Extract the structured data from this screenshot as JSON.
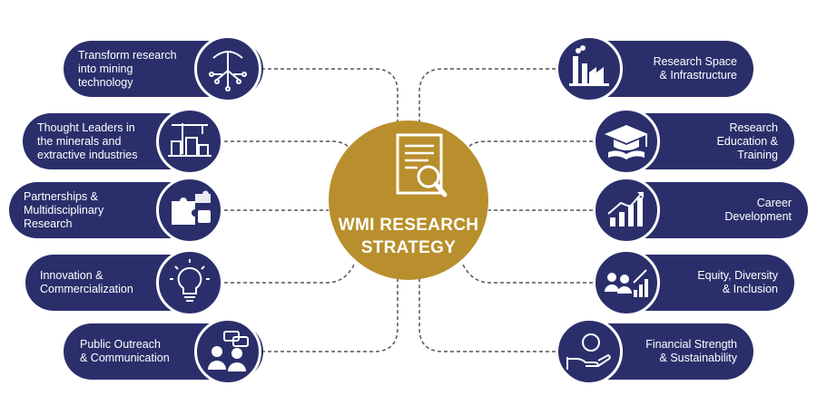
{
  "center": {
    "title": "WMI RESEARCH\nSTRATEGY",
    "color": "#b88f2c",
    "icon": "document-magnifier-icon"
  },
  "colors": {
    "pill": "#2a2f6b",
    "connector": "#555555"
  },
  "left_items": [
    {
      "label": "Transform research\ninto mining\ntechnology",
      "icon": "pickaxe-circuit-icon"
    },
    {
      "label": "Thought Leaders in\nthe minerals and\nextractive industries",
      "icon": "industry-crane-icon"
    },
    {
      "label": "Partnerships &\nMultidisciplinary\nResearch",
      "icon": "puzzle-pieces-icon"
    },
    {
      "label": "Innovation &\nCommercialization",
      "icon": "lightbulb-icon"
    },
    {
      "label": "Public Outreach\n& Communication",
      "icon": "people-chat-icon"
    }
  ],
  "right_items": [
    {
      "label": "Research Space\n& Infrastructure",
      "icon": "factory-icon"
    },
    {
      "label": "Research\nEducation &\nTraining",
      "icon": "graduation-cap-book-icon"
    },
    {
      "label": "Career\nDevelopment",
      "icon": "growth-chart-icon"
    },
    {
      "label": "Equity, Diversity\n& Inclusion",
      "icon": "people-chart-icon"
    },
    {
      "label": "Financial Strength\n& Sustainability",
      "icon": "money-hand-icon"
    }
  ]
}
